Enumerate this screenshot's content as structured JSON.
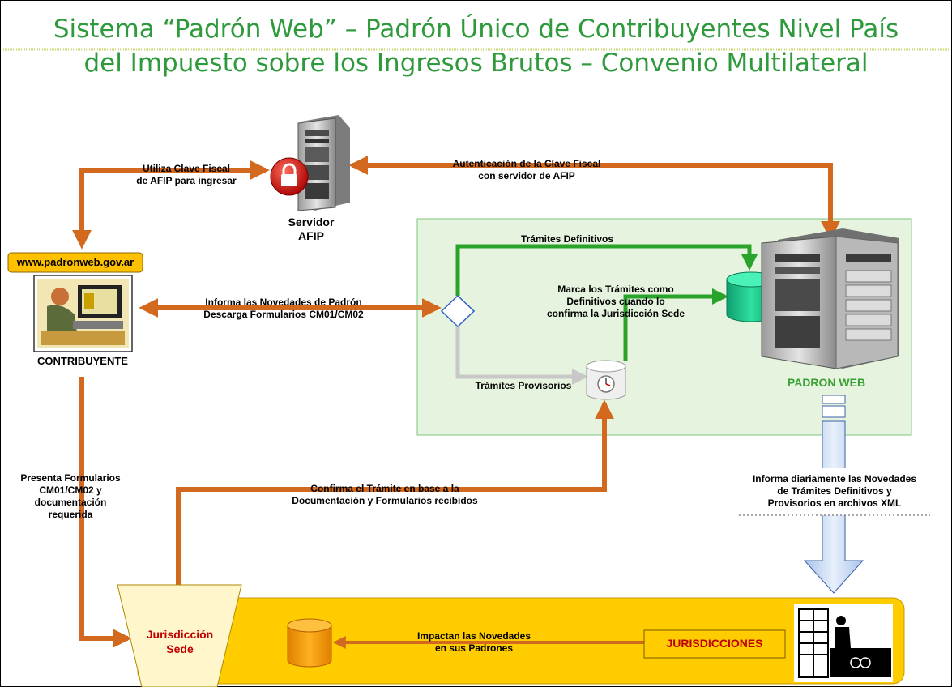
{
  "title": {
    "line1": "Sistema “Padrón Web” – Padrón Único de Contribuyentes Nivel País",
    "line2": "del Impuesto sobre los Ingresos Brutos – Convenio Multilateral"
  },
  "nodes": {
    "servidor_afip": [
      "Servidor",
      "AFIP"
    ],
    "url": "www.padronweb.gov.ar",
    "contribuyente": "CONTRIBUYENTE",
    "padron_web": "PADRON WEB",
    "jurisdiccion_sede": [
      "Jurisdicción",
      "Sede"
    ],
    "jurisdicciones": "JURISDICCIONES"
  },
  "edges": {
    "utiliza_clave": [
      "Utiliza Clave Fiscal",
      "de AFIP para ingresar"
    ],
    "autenticacion": [
      "Autenticación de la Clave Fiscal",
      "con servidor de AFIP"
    ],
    "tramites_definitivos": "Trámites Definitivos",
    "marca_tramites": [
      "Marca los Trámites como",
      "Definitivos cuando lo",
      "confirma la Jurisdicción Sede"
    ],
    "informa_novedades": [
      "Informa las Novedades de Padrón",
      "Descarga Formularios CM01/CM02"
    ],
    "tramites_provisorios": "Trámites Provisorios",
    "presenta_formularios": [
      "Presenta Formularios",
      "CM01/CM02 y",
      "documentación",
      "requerida"
    ],
    "confirma_tramite": [
      "Confirma el Trámite en base a la",
      "Documentación y Formularios recibidos"
    ],
    "informa_diariamente": [
      "Informa diariamente las Novedades",
      "de Trámites Definitivos y",
      "Provisorios en archivos XML"
    ],
    "impactan_novedades": [
      "Impactan las Novedades",
      "en sus Padrones"
    ]
  },
  "colors": {
    "title_green": "#2e9a3c",
    "arrow_orange": "#d2691e",
    "line_green": "#2aa32a",
    "box_green_bg": "#e6f4df",
    "jurisdicciones_yellow": "#ffcc00",
    "jurisdiccion_red": "#c00000",
    "db_teal": "#15c58a"
  }
}
